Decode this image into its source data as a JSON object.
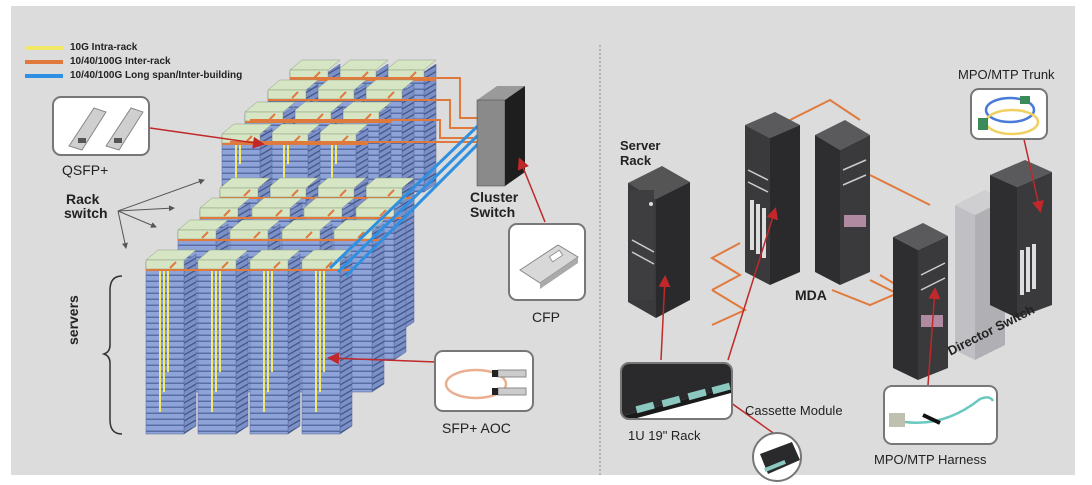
{
  "legend": [
    {
      "label": "10G Intra-rack",
      "color": "#f2e86a"
    },
    {
      "label": "10/40/100G  Inter-rack",
      "color": "#e07a3c"
    },
    {
      "label": "10/40/100G  Long span/Inter-building",
      "color": "#2f8fe0"
    }
  ],
  "left": {
    "qsfp_label": "QSFP+",
    "rack_switch_label_line1": "Rack",
    "rack_switch_label_line2": "switch",
    "servers_label": "servers",
    "cluster_switch_line1": "Cluster",
    "cluster_switch_line2": "Switch",
    "cfp_label": "CFP",
    "sfp_aoc_label": "SFP+ AOC"
  },
  "right": {
    "server_rack_line1": "Server",
    "server_rack_line2": "Rack",
    "mda_label": "MDA",
    "director_switch_label": "Director Switch",
    "mpo_trunk_label": "MPO/MTP Trunk",
    "mpo_harness_label": "MPO/MTP Harness",
    "rack_1u_label": "1U 19\" Rack",
    "cassette_label": "Cassette Module"
  },
  "colors": {
    "background": "#dcdcdc",
    "server_blue": "#8ea4d8",
    "switch_top": "#d6e6c4",
    "intra_rack": "#f2e86a",
    "inter_rack": "#e07a3c",
    "long_span": "#2f8fe0",
    "pointer_red": "#c0282a",
    "rack_dark": "#3c3c3e"
  }
}
